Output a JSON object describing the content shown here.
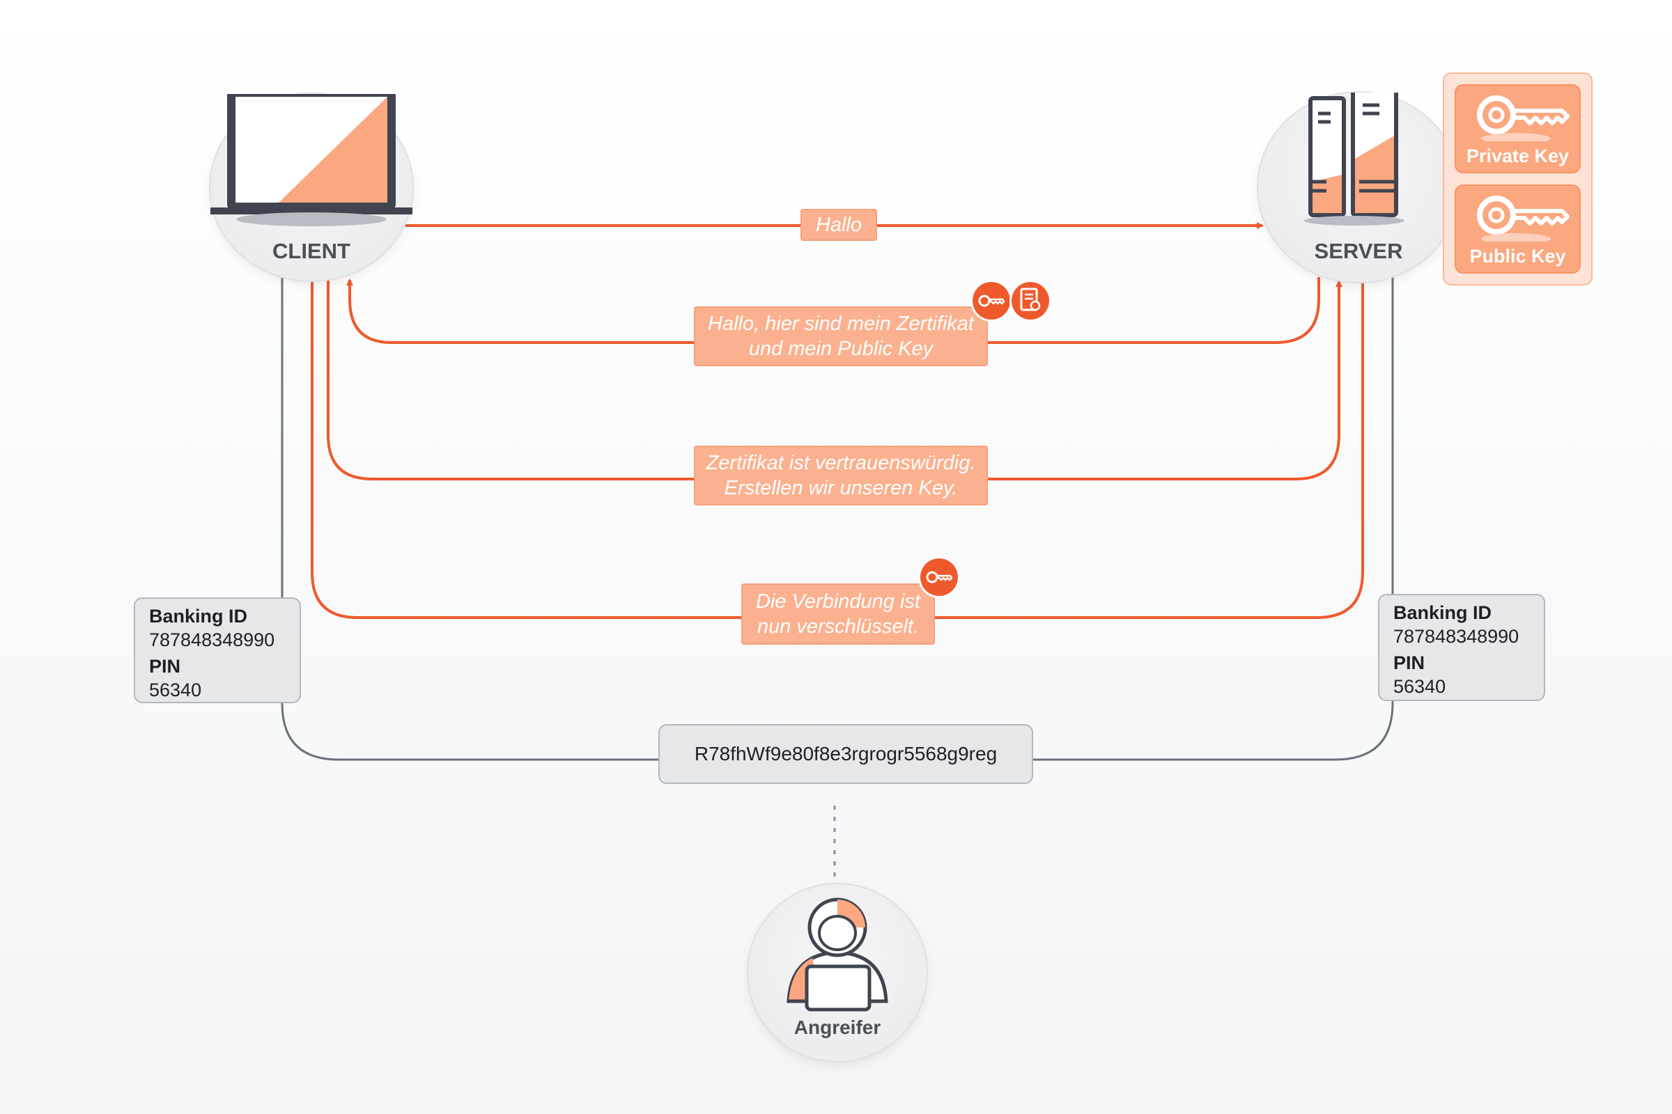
{
  "nodes": {
    "client": {
      "label": "CLIENT"
    },
    "server": {
      "label": "SERVER"
    },
    "attacker": {
      "label": "Angreifer"
    }
  },
  "server_keys": {
    "private_key": "Private Key",
    "public_key": "Public Key"
  },
  "messages": {
    "hello": [
      "Hallo"
    ],
    "certificate": [
      "Hallo, hier sind mein Zertifikat",
      "und mein Public Key"
    ],
    "trusted": [
      "Zertifikat ist vertrauenswürdig.",
      "Erstellen wir unseren Key."
    ],
    "encrypted": [
      "Die Verbindung ist",
      "nun verschlüsselt."
    ]
  },
  "credentials": {
    "banking_id_label": "Banking ID",
    "banking_id_value": "787848348990",
    "pin_label": "PIN",
    "pin_value": "56340"
  },
  "ciphertext": "R78fhWf9e80f8e3rgrogr5568g9reg",
  "colors": {
    "accent": "#ee5a2c",
    "accent_light": "#fbb18f",
    "line_gray": "#6b717b",
    "icon_dark": "#3f4450"
  }
}
